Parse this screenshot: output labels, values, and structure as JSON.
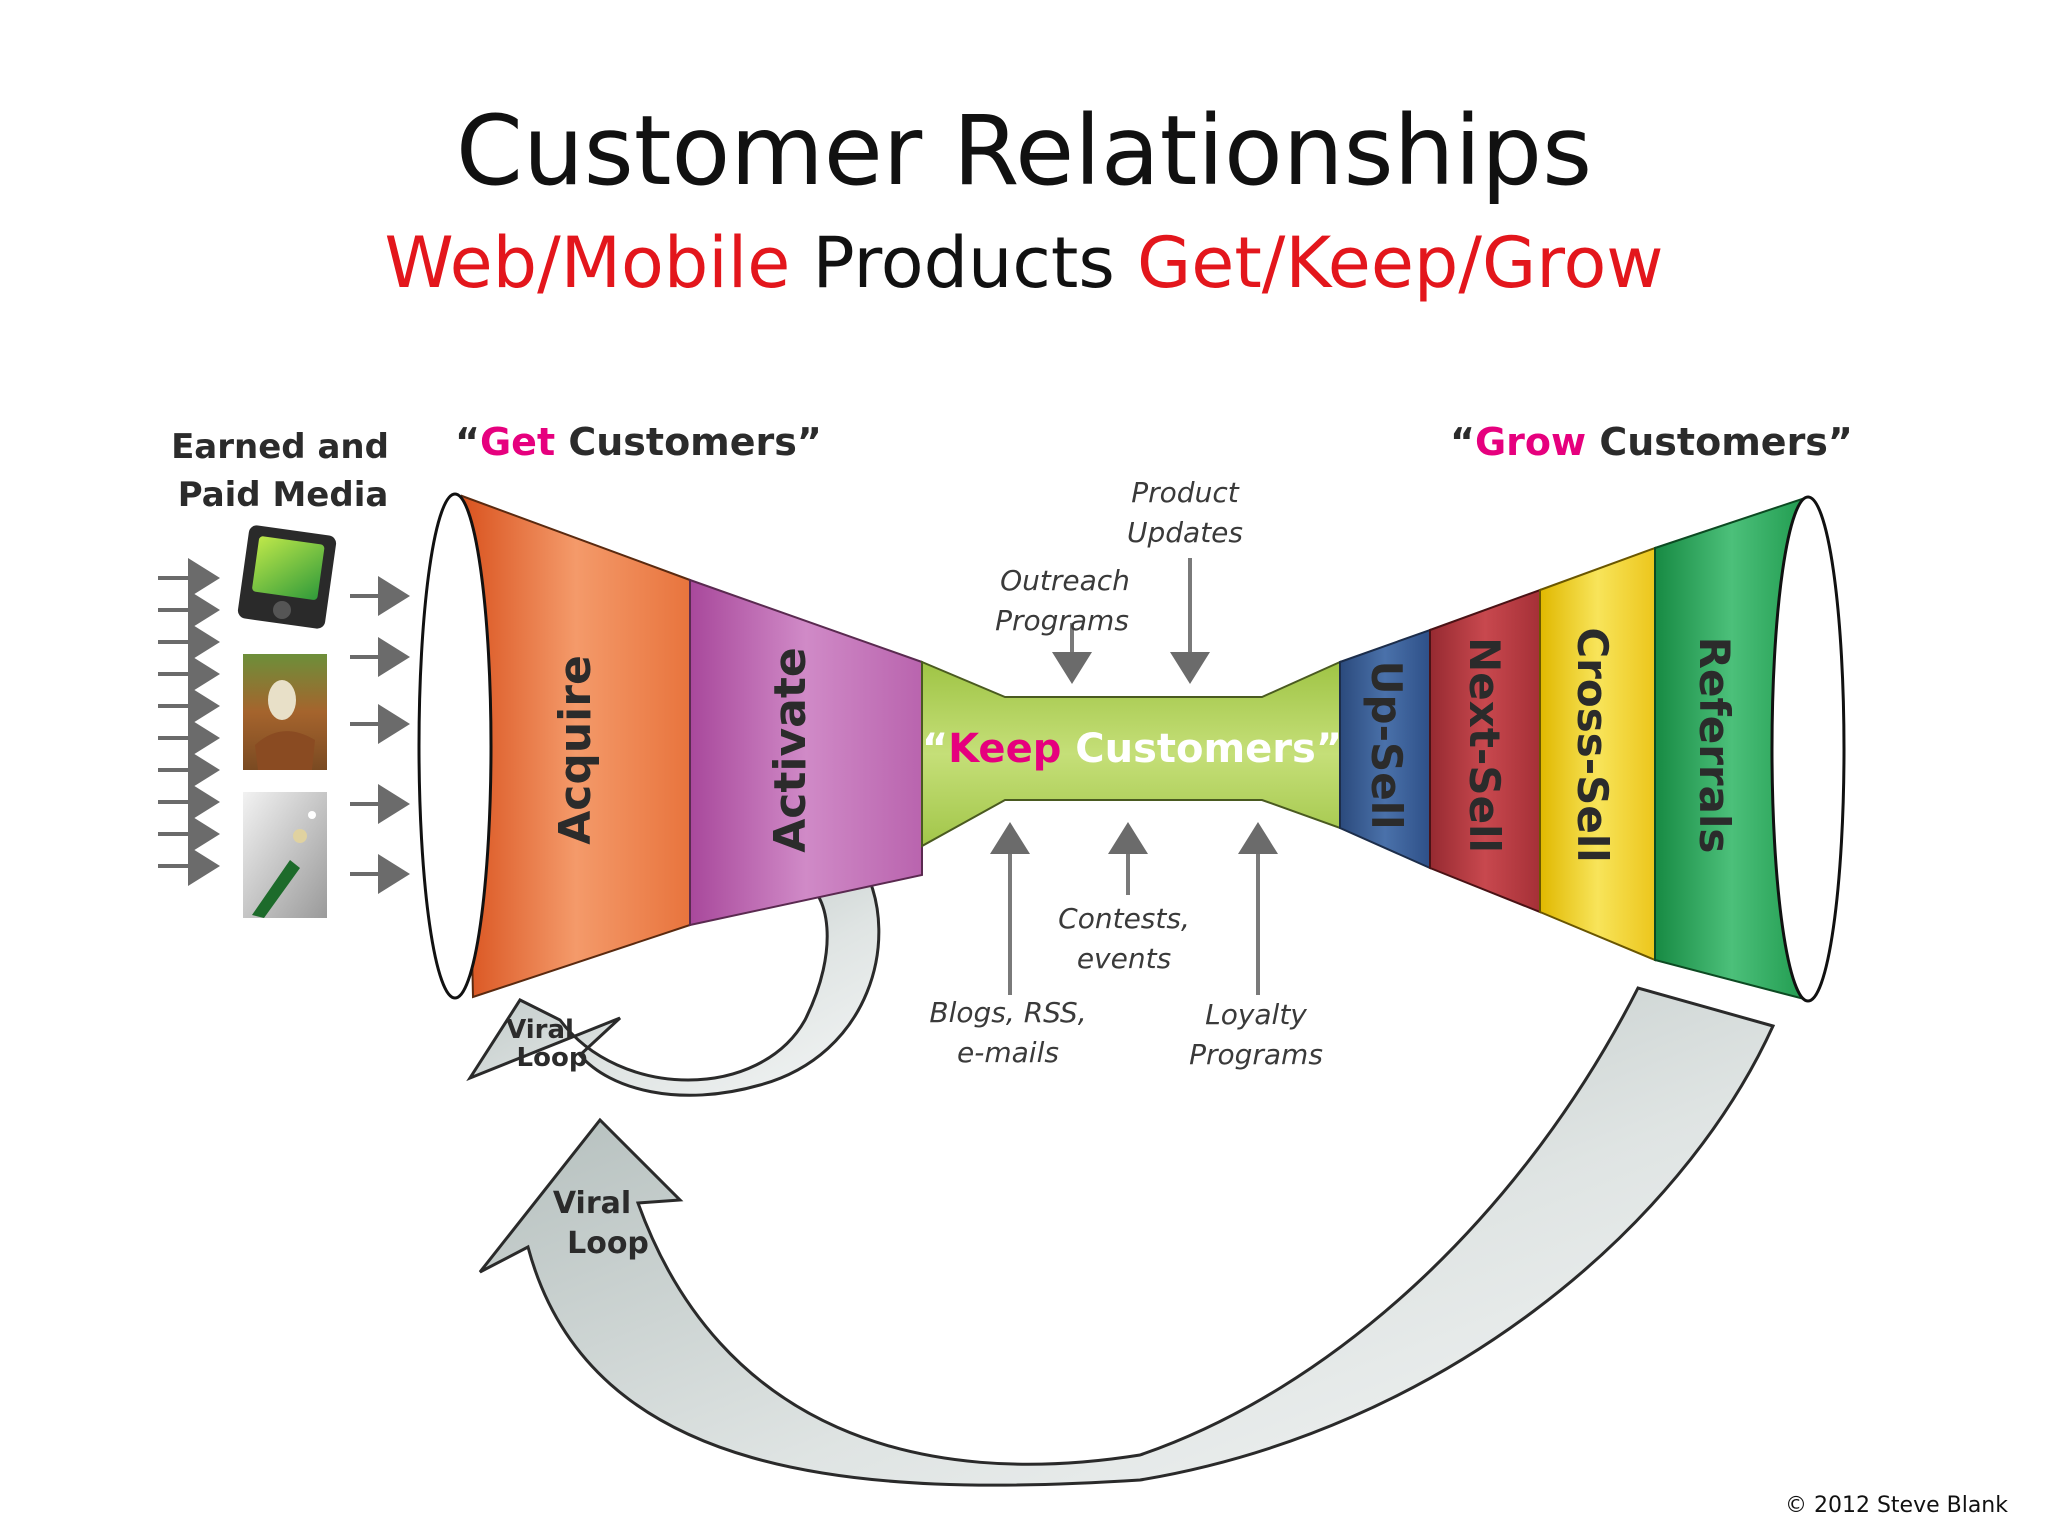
{
  "title": "Customer Relationships",
  "subtitle": {
    "part1": "Web/Mobile",
    "part2": " Products ",
    "part3": "Get/Keep/Grow"
  },
  "media": {
    "line1": "Earned and",
    "line2": "Paid Media"
  },
  "get": {
    "quote_open": "“",
    "highlight": "Get",
    "rest": " Customers”"
  },
  "grow": {
    "quote_open": "“",
    "highlight": "Grow",
    "rest": " Customers”"
  },
  "keep": {
    "quote_open": "“",
    "highlight": "Keep",
    "rest": " Customers”"
  },
  "funnel_left": [
    "Acquire",
    "Activate"
  ],
  "funnel_right": [
    "Up-Sell",
    "Next-Sell",
    "Cross-Sell",
    "Referrals"
  ],
  "inputs_top": [
    {
      "line1": "Outreach",
      "line2": "Programs"
    },
    {
      "line1": "Product",
      "line2": "Updates"
    }
  ],
  "inputs_bottom": [
    {
      "line1": "Blogs, RSS,",
      "line2": "e-mails"
    },
    {
      "line1": "Contests,",
      "line2": "events"
    },
    {
      "line1": "Loyalty",
      "line2": "Programs"
    }
  ],
  "viral_small": {
    "line1": "Viral",
    "line2": "Loop"
  },
  "viral_big": {
    "line1": "Viral",
    "line2": "Loop"
  },
  "copyright": "© 2012 Steve Blank",
  "colors": {
    "accent_red": "#e3161c",
    "highlight_magenta": "#e6007e",
    "acquire": "#f0824a",
    "activate": "#c46bb5",
    "keep": "#b5d45a",
    "upsell": "#3a5f96",
    "nextsell": "#b5393f",
    "crosssell": "#f2d22a",
    "referrals": "#2aa35a",
    "loop": "#c9d0cf"
  }
}
